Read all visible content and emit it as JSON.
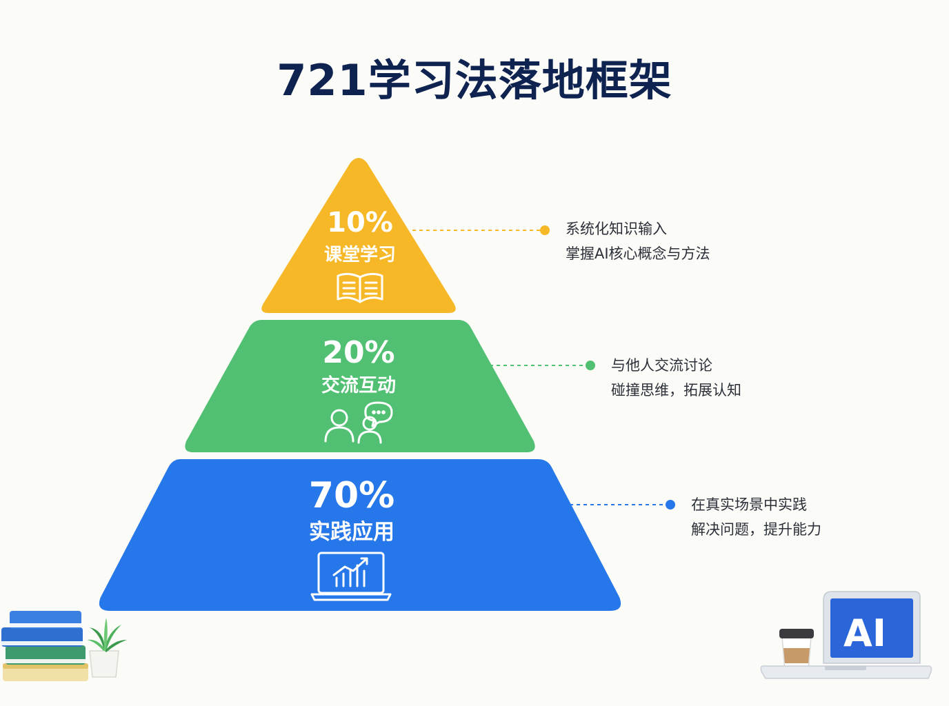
{
  "title": "721学习法落地框架",
  "tiers": [
    {
      "percent": "10%",
      "name": "课堂学习",
      "color": "#f6b826",
      "icon": "open-book-icon",
      "desc": [
        "系统化知识输入",
        "掌握AI核心概念与方法"
      ]
    },
    {
      "percent": "20%",
      "name": "交流互动",
      "color": "#51c072",
      "icon": "people-chat-icon",
      "desc": [
        "与他人交流讨论",
        "碰撞思维，拓展认知"
      ]
    },
    {
      "percent": "70%",
      "name": "实践应用",
      "color": "#2677ea",
      "icon": "laptop-chart-icon",
      "desc": [
        "在真实场景中实践",
        "解决问题，提升能力"
      ]
    }
  ],
  "decor": {
    "books": "books-stack-icon",
    "plant": "plant-icon",
    "coffee": "coffee-cup-icon",
    "laptop": "laptop-icon",
    "laptop_screen_text": "AI"
  }
}
